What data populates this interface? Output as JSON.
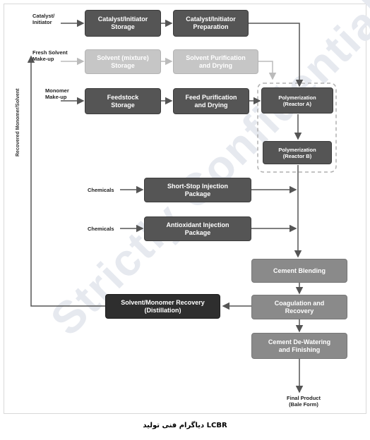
{
  "watermark": "Strictly Confidential",
  "side_label": "Recovered Monomer/Solvent",
  "inputs": {
    "catalyst": "Catalyst/\nInitiator",
    "fresh_solvent": "Fresh Solvent\nMake-up",
    "monomer": "Monomer\nMake-up",
    "chemicals_1": "Chemicals",
    "chemicals_2": "Chemicals"
  },
  "boxes": {
    "catalyst_storage": "Catalyst/Initiator\nStorage",
    "catalyst_prep": "Catalyst/Initiator\nPreparation",
    "solvent_storage": "Solvent (mixture)\nStorage",
    "solvent_purif": "Solvent Purification\nand Drying",
    "feedstock": "Feedstock\nStorage",
    "feed_purif": "Feed Purification\nand Drying",
    "reactor_a": "Polymerization\n(Reactor A)",
    "reactor_b": "Polymerization\n(Reactor B)",
    "shortstop": "Short-Stop Injection\nPackage",
    "antioxidant": "Antioxidant Injection\nPackage",
    "cement_blending": "Cement Blending",
    "recovery": "Solvent/Monomer Recovery\n(Distillation)",
    "coagulation": "Coagulation and\nRecovery",
    "dewatering": "Cement De-Watering\nand Finishing"
  },
  "final_product": "Final Product\n(Bale Form)",
  "caption": "دیاگرام فنی تولید LCBR"
}
